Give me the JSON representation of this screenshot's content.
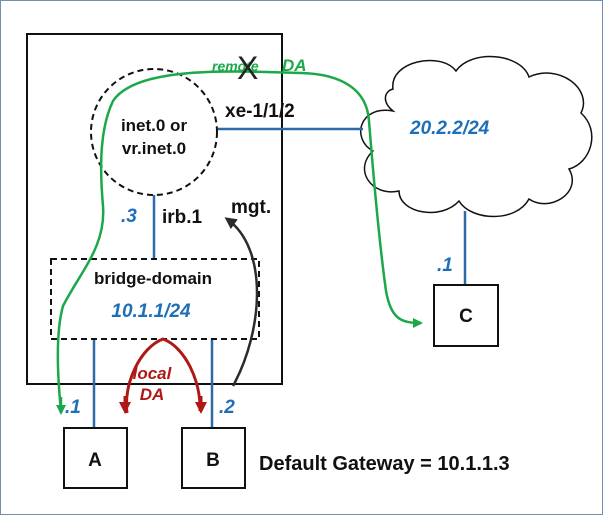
{
  "router": {
    "rib_line1": "inet.0 or",
    "rib_line2": "vr.inet.0",
    "interface": "xe-1/1/2",
    "irb_label": "irb.1",
    "irb_addr": ".3",
    "mgt_label": "mgt."
  },
  "bridge_domain": {
    "title": "bridge-domain",
    "subnet": "10.1.1/24"
  },
  "cloud": {
    "subnet": "20.2.2/24"
  },
  "hosts": [
    {
      "name": "A",
      "addr": ".1"
    },
    {
      "name": "B",
      "addr": ".2"
    },
    {
      "name": "C",
      "addr": ".1"
    }
  ],
  "flows": {
    "remote_part1": "remote",
    "remote_part2": "DA",
    "remote_block_mark": "X",
    "local_line1": "local",
    "local_line2": "DA"
  },
  "footer": {
    "default_gateway": "Default Gateway = 10.1.1.3"
  },
  "colors": {
    "blue_text": "#1f6fb8",
    "link_blue": "#2e6aa8",
    "green_path": "#1aa84a",
    "red_path": "#b01818",
    "black": "#111111"
  }
}
